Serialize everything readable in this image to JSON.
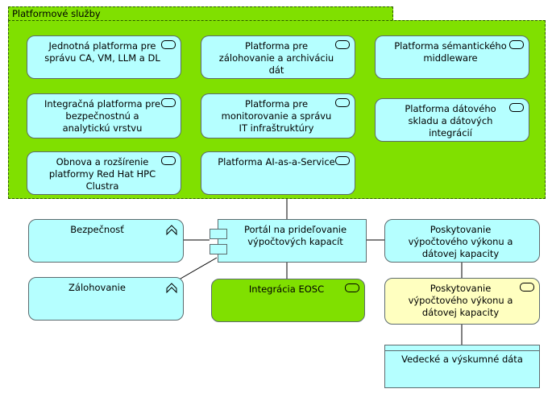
{
  "group": {
    "title": "Platformové služby"
  },
  "services": [
    "Jednotná platforma pre správu CA, VM, LLM a DL",
    "Platforma pre zálohovanie a archiváciu dát",
    "Platforma sémantického middleware",
    "Integračná platforma pre bezpečnostnú a analytickú vrstvu",
    "Platforma pre monitorovanie a správu IT infraštruktúry",
    "Platforma dátového skladu a dátových integrácií",
    "Obnova a rozšírenie platformy Red Hat HPC Clustra",
    "Platforma AI-as-a-Service"
  ],
  "portal": {
    "label": "Portál na prideľovanie výpočtových kapacít"
  },
  "capabilities": [
    "Bezpečnosť",
    "Zálohovanie"
  ],
  "eosc": {
    "label": "Integrácia EOSC"
  },
  "provisioning": [
    "Poskytovanie výpočtového výkonu a dátovej kapacity",
    "Poskytovanie výpočtového výkonu a dátovej kapacity"
  ],
  "data_node": {
    "label": "Vedecké a výskumné dáta"
  },
  "colors": {
    "group_fill": "#80e000",
    "service_fill": "#b5ffff",
    "yellow_fill": "#ffffc0",
    "border": "#5c6b6e"
  }
}
